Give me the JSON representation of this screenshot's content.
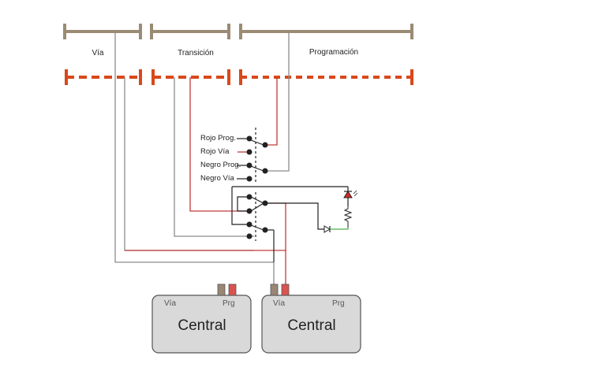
{
  "sections": [
    {
      "label": "Vía"
    },
    {
      "label": "Transición"
    },
    {
      "label": "Programación"
    }
  ],
  "switch_labels": [
    "Rojo Prog.",
    "Rojo Vía",
    "Negro Prog.",
    "Negro Vía"
  ],
  "centrals": [
    {
      "title": "Central",
      "left_label": "Vía",
      "right_label": "Prg"
    },
    {
      "title": "Central",
      "left_label": "Vía",
      "right_label": "Prg"
    }
  ],
  "colors": {
    "rail_track": "#9a8b74",
    "rail_dashed": "#d9481a",
    "wire_red": "#c33a3a",
    "wire_gray": "#8c8c8c",
    "wire_black": "#222222",
    "wire_green": "#4caf50",
    "central_fill": "#d9d9d9",
    "central_stroke": "#555555",
    "plug_brown": "#9a8674",
    "plug_red": "#d9534f",
    "led_red": "#d62828"
  }
}
